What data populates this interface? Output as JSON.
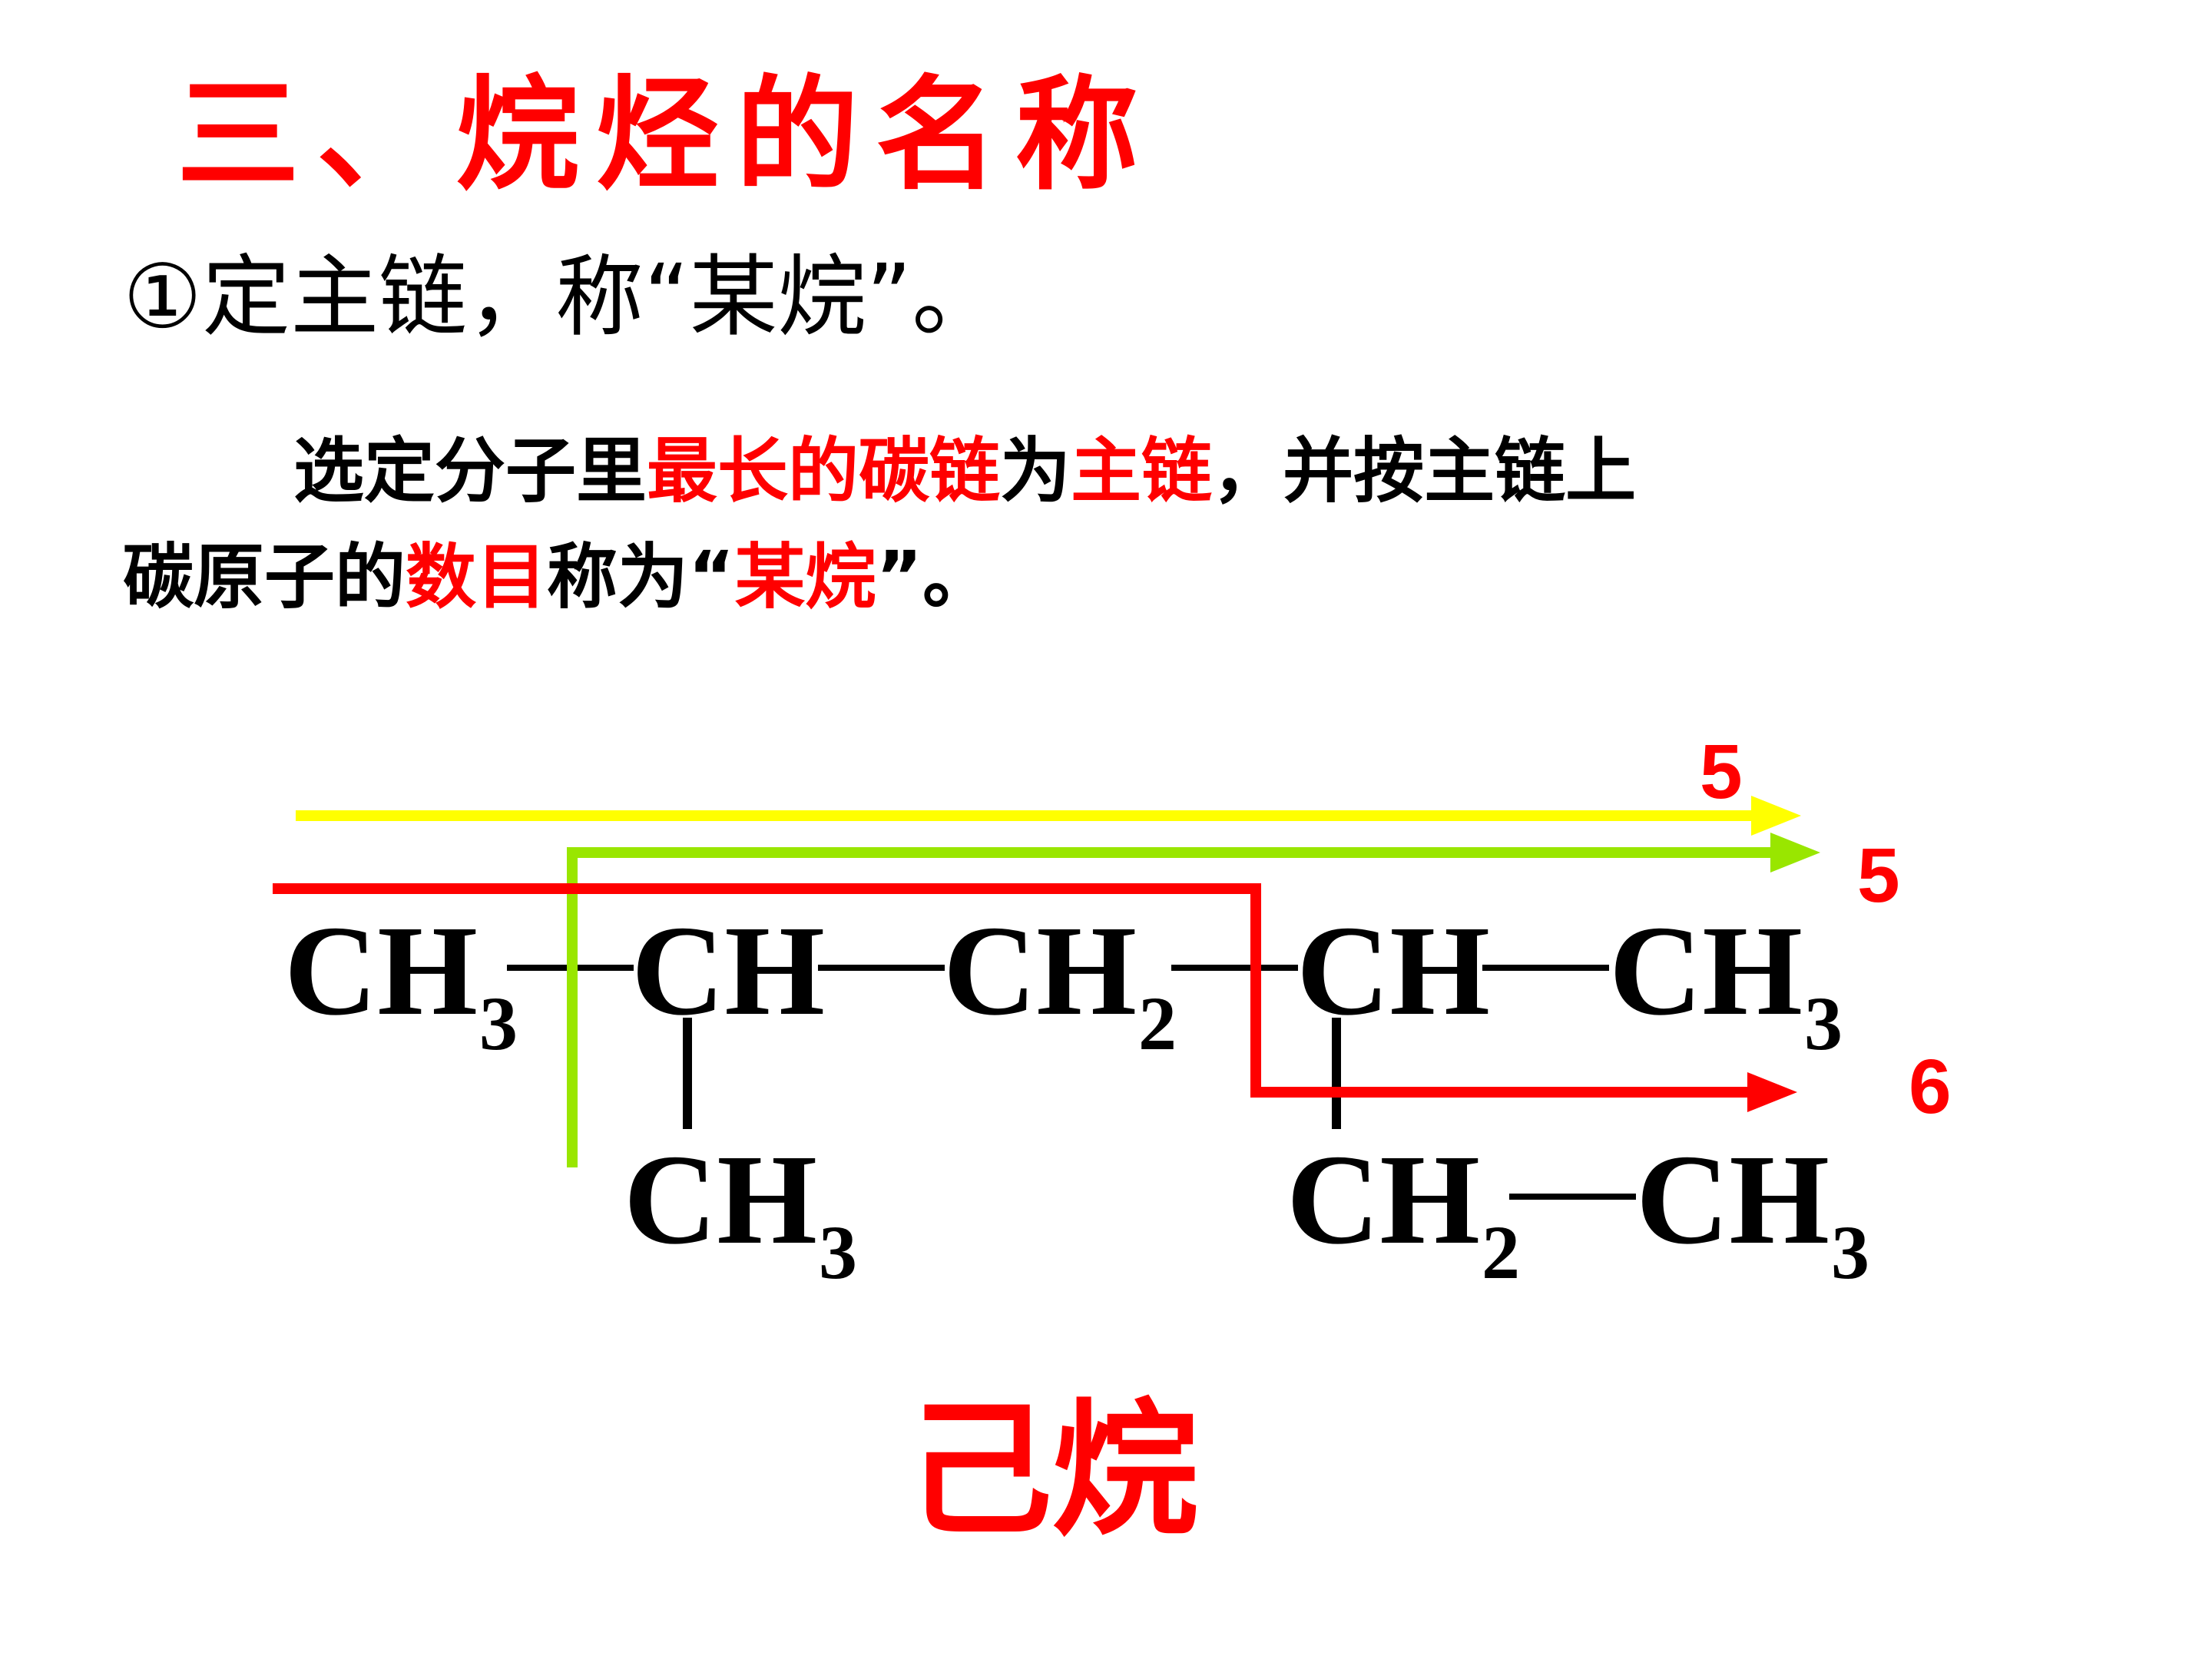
{
  "title": "三、烷烃的名称",
  "step": "①定主链，称“某烷”。",
  "paragraph": {
    "line1": [
      {
        "t": "选定分子里",
        "hl": false
      },
      {
        "t": "最长的碳链",
        "hl": true
      },
      {
        "t": "为",
        "hl": false
      },
      {
        "t": "主链",
        "hl": true
      },
      {
        "t": "，并按主链上",
        "hl": false
      }
    ],
    "line2": [
      {
        "t": "碳原子的",
        "hl": false
      },
      {
        "t": "数目",
        "hl": true
      },
      {
        "t": "称为“",
        "hl": false
      },
      {
        "t": "某烷",
        "hl": true
      },
      {
        "t": "”。",
        "hl": false
      }
    ]
  },
  "formula": {
    "top_row": [
      {
        "id": "ch3-a",
        "base": "CH",
        "sub": "3"
      },
      {
        "id": "ch-b",
        "base": "CH",
        "sub": ""
      },
      {
        "id": "ch2-c",
        "base": "CH",
        "sub": "2"
      },
      {
        "id": "ch-d",
        "base": "CH",
        "sub": ""
      },
      {
        "id": "ch3-e",
        "base": "CH",
        "sub": "3"
      }
    ],
    "branch_b": {
      "base": "CH",
      "sub": "3"
    },
    "branch_d": [
      {
        "id": "ch2-f",
        "base": "CH",
        "sub": "2"
      },
      {
        "id": "ch3-g",
        "base": "CH",
        "sub": "3"
      }
    ]
  },
  "chain_counts": {
    "yellow": "5",
    "green": "5",
    "red": "6"
  },
  "colors": {
    "accent_red": "#ff0000",
    "text": "#000000",
    "yellow_arrow": "#ffff00",
    "green_arrow": "#99e600",
    "red_arrow": "#ff0000"
  },
  "answer": "己烷"
}
